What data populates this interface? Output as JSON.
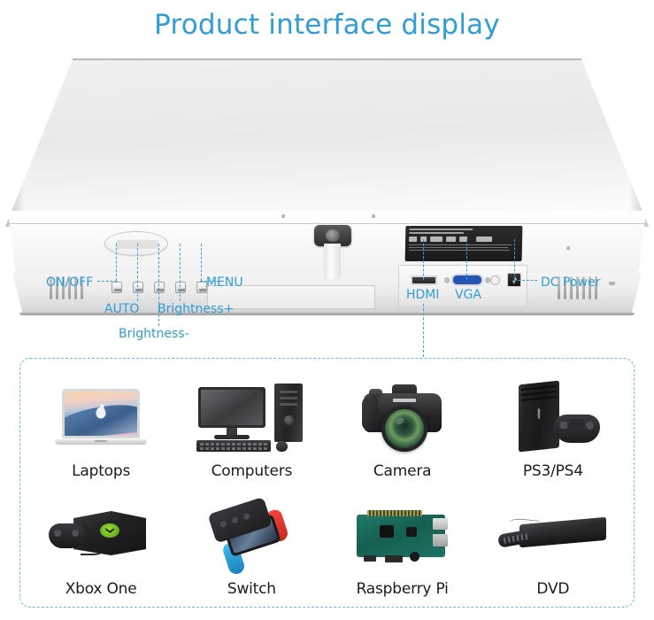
{
  "header": {
    "title": "Product interface display",
    "title_color": "#2f9ed6"
  },
  "theme": {
    "accent_blue": "#2f9ed6",
    "dashed_border": "#66c2e8",
    "label_text": "#1b1b1b"
  },
  "monitor": {
    "controls": [
      {
        "id": "on-off",
        "label": "ON/OFF"
      },
      {
        "id": "auto",
        "label": "AUTO"
      },
      {
        "id": "brightness-down",
        "label": "Brightness-"
      },
      {
        "id": "brightness-up",
        "label": "Brightness+"
      },
      {
        "id": "menu",
        "label": "MENU"
      }
    ],
    "ports": [
      {
        "id": "hdmi",
        "label": "HDMI"
      },
      {
        "id": "vga",
        "label": "VGA"
      },
      {
        "id": "dc-power",
        "label": "DC Power"
      }
    ],
    "rating_sticker": {
      "visible": true,
      "legible": false
    }
  },
  "compatibility": {
    "devices": [
      {
        "id": "laptops",
        "label": "Laptops",
        "art": "macbook"
      },
      {
        "id": "computers",
        "label": "Computers",
        "art": "desktop-pc"
      },
      {
        "id": "camera",
        "label": "Camera",
        "art": "dslr-camera"
      },
      {
        "id": "ps3-ps4",
        "label": "PS3/PS4",
        "art": "playstation-console"
      },
      {
        "id": "xbox-one",
        "label": "Xbox One",
        "art": "xbox-console"
      },
      {
        "id": "switch",
        "label": "Switch",
        "art": "nintendo-switch"
      },
      {
        "id": "raspberry-pi",
        "label": "Raspberry Pi",
        "art": "raspberry-pi-board"
      },
      {
        "id": "dvd",
        "label": "DVD",
        "art": "dvd-player"
      }
    ]
  }
}
